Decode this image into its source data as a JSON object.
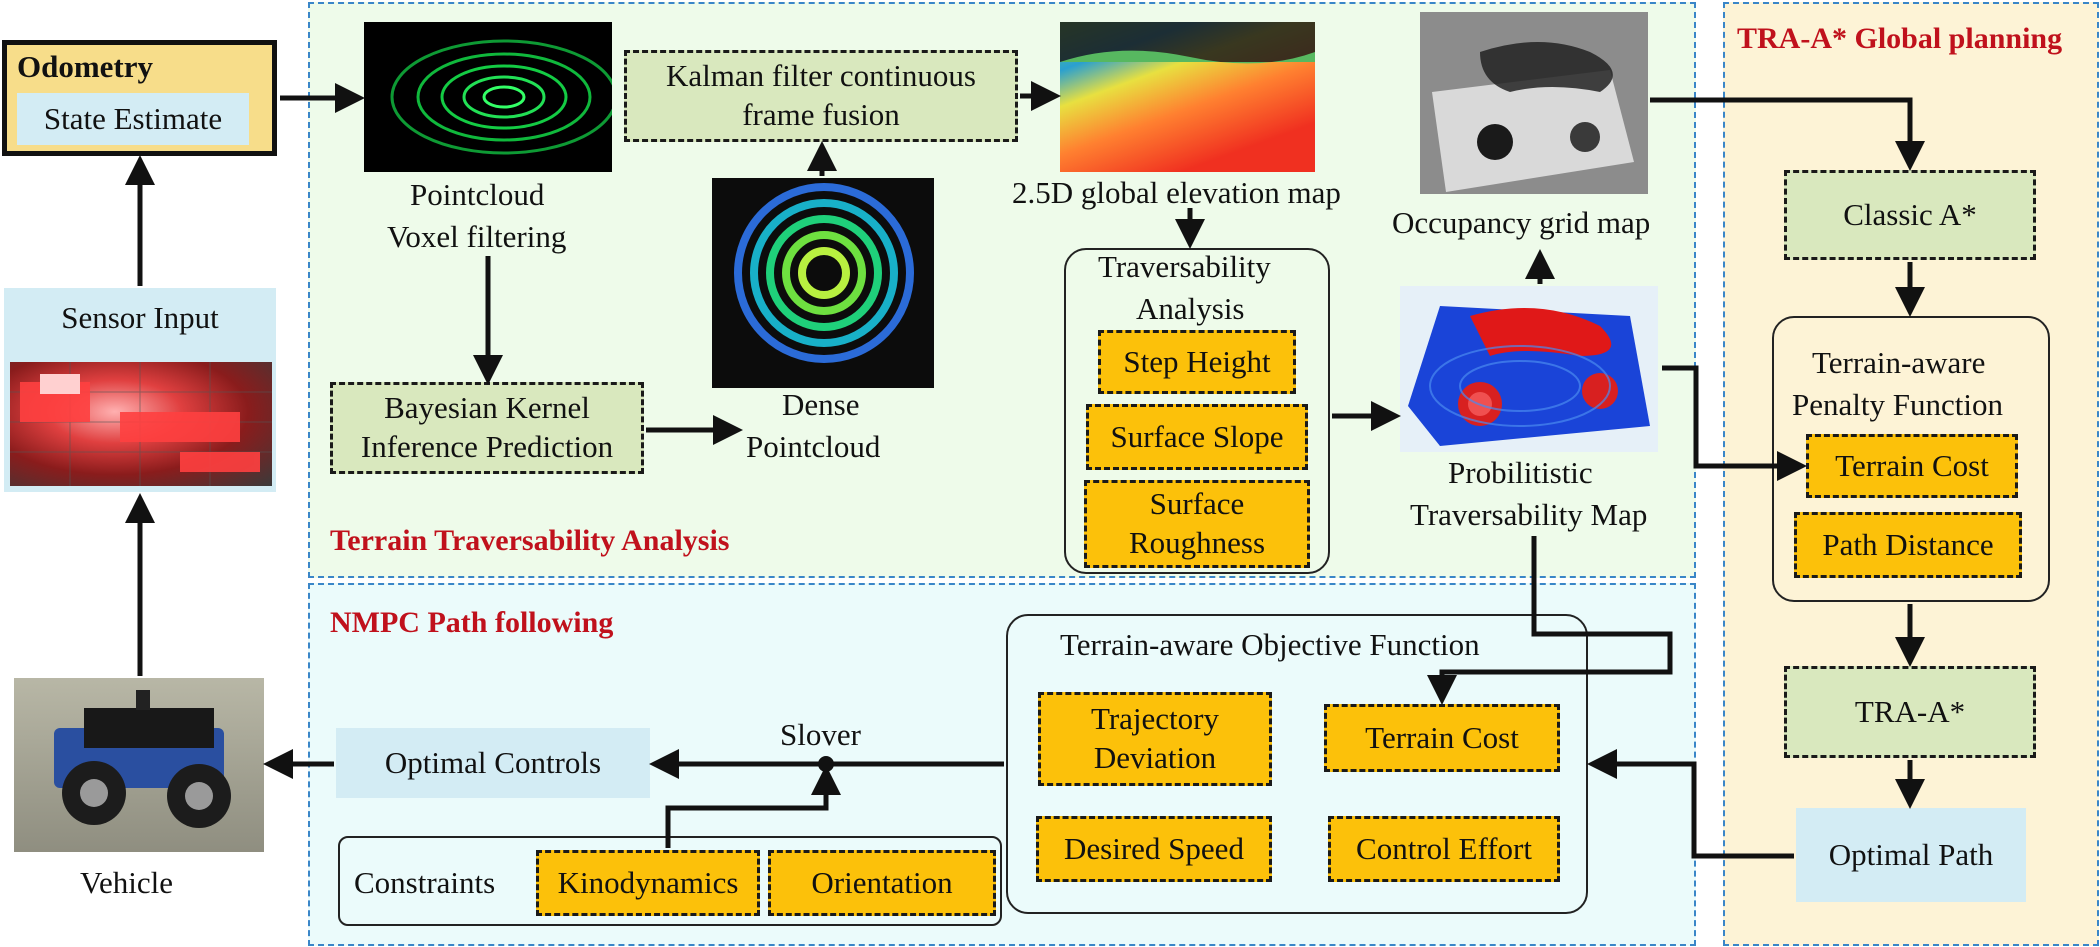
{
  "panels": {
    "terrain_title": "Terrain Traversability Analysis",
    "nmpc_title": "NMPC Path following",
    "global_title": "TRA-A* Global planning"
  },
  "odometry": {
    "title": "Odometry",
    "state": "State Estimate"
  },
  "sensor": {
    "title": "Sensor Input"
  },
  "vehicle": {
    "label": "Vehicle"
  },
  "pointcloud": {
    "label_line1": "Pointcloud",
    "label_line2": "Voxel filtering"
  },
  "kalman": {
    "line1": "Kalman filter continuous",
    "line2": "frame fusion"
  },
  "elevation": {
    "label": "2.5D global elevation map"
  },
  "occupancy": {
    "label": "Occupancy grid map"
  },
  "bayes": {
    "line1": "Bayesian Kernel",
    "line2": "Inference Prediction"
  },
  "dense": {
    "line1": "Dense",
    "line2": "Pointcloud"
  },
  "trav_analysis": {
    "title_line1": "Traversability",
    "title_line2": "Analysis",
    "step": "Step Height",
    "slope": "Surface Slope",
    "rough_line1": "Surface",
    "rough_line2": "Roughness"
  },
  "prob_map": {
    "line1": "Probilitistic",
    "line2": "Traversability Map"
  },
  "global": {
    "classic": "Classic A*",
    "penalty_line1": "Terrain-aware",
    "penalty_line2": "Penalty Function",
    "terrain_cost": "Terrain Cost",
    "path_distance": "Path Distance",
    "tra": "TRA-A*",
    "optimal_path": "Optimal Path"
  },
  "nmpc": {
    "objective_title": "Terrain-aware Objective Function",
    "traj_line1": "Trajectory",
    "traj_line2": "Deviation",
    "terrain_cost": "Terrain Cost",
    "desired_speed": "Desired Speed",
    "control_effort": "Control Effort",
    "solver": "Slover",
    "optimal_controls": "Optimal Controls",
    "constraints": "Constraints",
    "kinodynamics": "Kinodynamics",
    "orientation": "Orientation"
  },
  "colors": {
    "panel_border": "#3a86c8",
    "title_red": "#c0111c",
    "orange": "#fcc10a",
    "green_box": "#d9e8be",
    "blue_box": "#d3ecf4",
    "odometry_fill": "#f7dd8a"
  }
}
